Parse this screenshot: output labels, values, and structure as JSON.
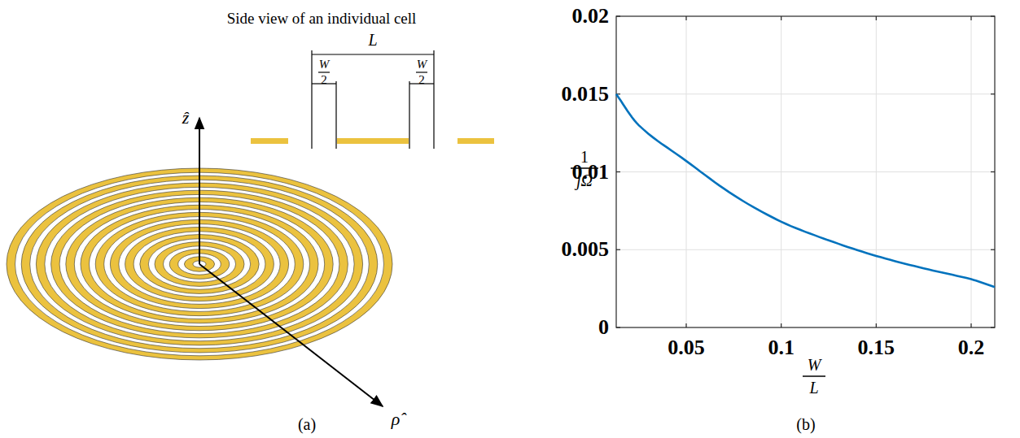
{
  "diagram": {
    "labels": [
      "Side view of an individual cell",
      "L",
      "W",
      "2",
      "W",
      "2",
      "ẑ",
      "ρ̂",
      "(a)",
      "0.02",
      "0.015",
      "0.01",
      "0.005",
      "0",
      "0.05",
      "0.1",
      "0.15",
      "0.2",
      "1",
      "jΩ",
      "W",
      "L",
      "(b)"
    ]
  }
}
